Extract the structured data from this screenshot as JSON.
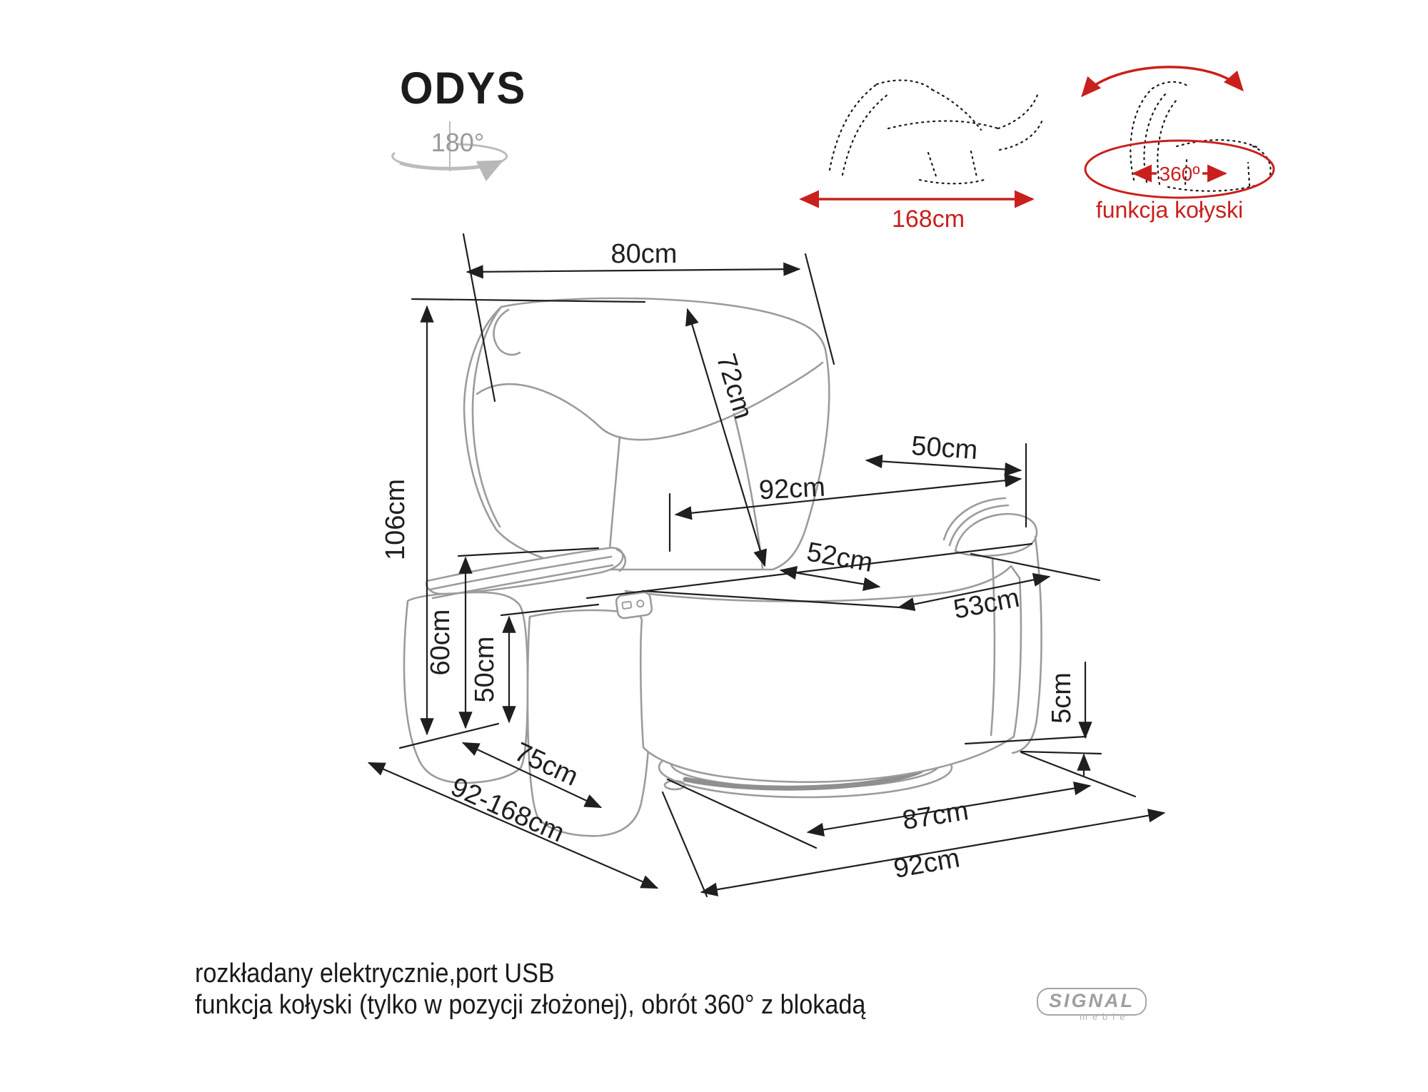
{
  "title": "ODYS",
  "rotation_180": {
    "label": "180°"
  },
  "thumb_reclined": {
    "dimension": "168cm"
  },
  "thumb_rocking": {
    "rotation": "360º",
    "caption": "funkcja kołyski"
  },
  "dimensions": {
    "back_width": "80cm",
    "backrest_length": "72cm",
    "total_height": "106cm",
    "armrest_height": "60cm",
    "seat_height": "50cm",
    "armrest_depth": "50cm",
    "seat_diagonal": "92cm",
    "seat_width": "52cm",
    "inner_width": "53cm",
    "base_gap": "5cm",
    "side_depth": "75cm",
    "depth_range": "92-168cm",
    "base_width": "87cm",
    "total_width": "92cm"
  },
  "footer": {
    "line1": "rozkładany elektrycznie,port USB",
    "line2": "funkcja kołyski (tylko w pozycji złożonej), obrót 360° z blokadą"
  },
  "logo": {
    "brand": "SIGNAL",
    "sub": "meble"
  },
  "colors": {
    "accent_red": "#c9201d",
    "dimension_black": "#1f1f1f",
    "sketch_gray": "#9c9c9c",
    "logo_gray": "#a5a5a5"
  }
}
